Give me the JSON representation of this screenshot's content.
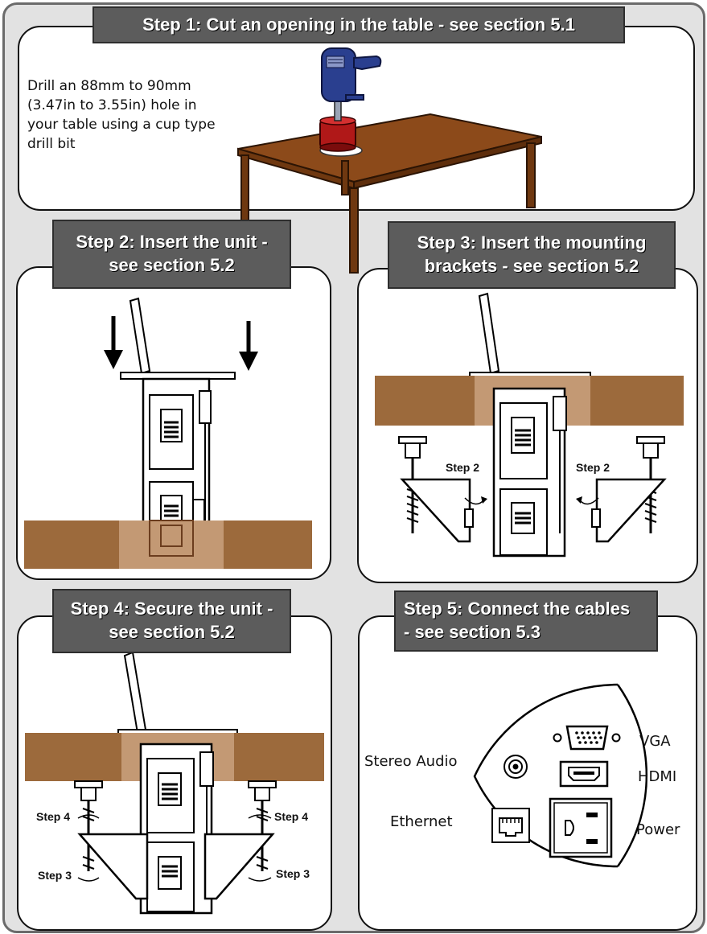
{
  "steps": {
    "step1": {
      "title": "Step 1: Cut an opening in the table - see section 5.1",
      "instruction": "Drill an 88mm to 90mm (3.47in to 3.55in) hole in your table using a cup type drill bit"
    },
    "step2": {
      "title_line1": "Step 2: Insert the unit -",
      "title_line2": "see section 5.2"
    },
    "step3": {
      "title_line1": "Step 3:  Insert the mounting",
      "title_line2": "brackets - see section 5.2",
      "left_label": "Step 2",
      "right_label": "Step 2"
    },
    "step4": {
      "title_line1": "Step 4: Secure the unit -",
      "title_line2": "see section 5.2",
      "labels": {
        "step4_left": "Step 4",
        "step4_right": "Step 4",
        "step3_left": "Step 3",
        "step3_right": "Step 3"
      }
    },
    "step5": {
      "title_line1": "Step 5: Connect the cables",
      "title_line2": "- see section 5.3",
      "connectors": {
        "vga": "VGA",
        "hdmi": "HDMI",
        "stereo_audio": "Stereo Audio",
        "ethernet": "Ethernet",
        "power": "Power"
      }
    }
  },
  "colors": {
    "banner": "#5c5c5c",
    "wood": "#9c6a3c",
    "table_top": "#8c4a1a",
    "drill_blue": "#2a3f8f",
    "drill_bit_red": "#b01818",
    "background": "#e2e2e2"
  }
}
